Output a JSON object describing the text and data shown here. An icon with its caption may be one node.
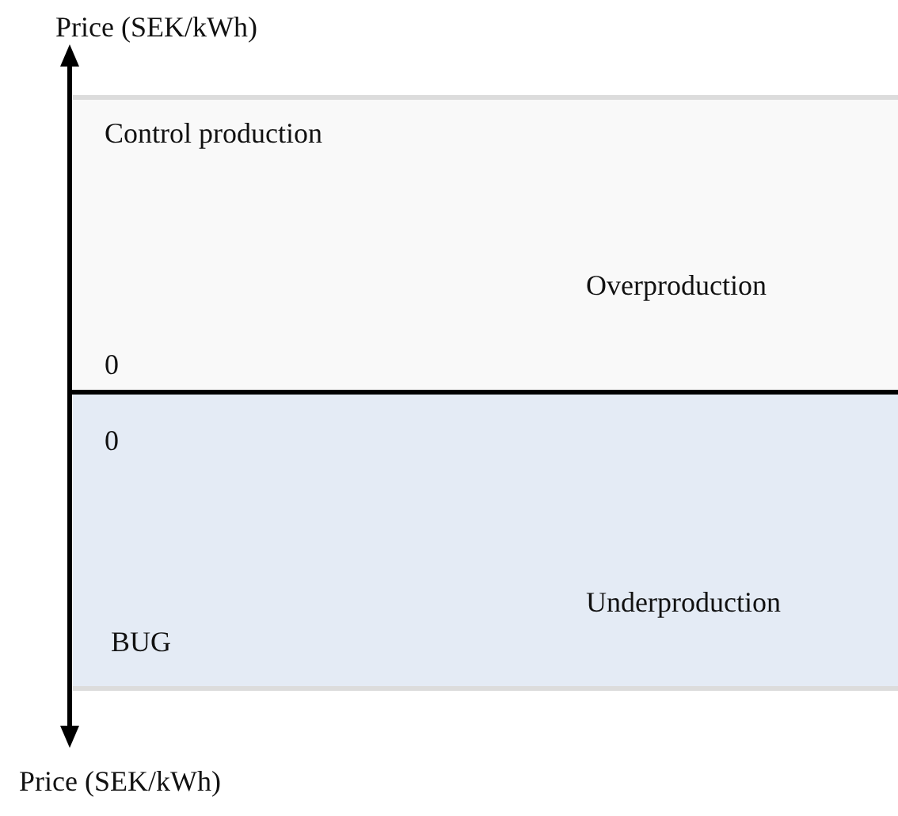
{
  "diagram": {
    "nodes": [
      {
        "text": [
          "Control production",
          "Overproduction",
          "0"
        ]
      },
      {
        "text": [
          "0",
          "Underproduction",
          "BUG"
        ]
      }
    ],
    "labels": [
      "Price (SEK/kWh)",
      "Price (SEK/kWh)"
    ]
  }
}
